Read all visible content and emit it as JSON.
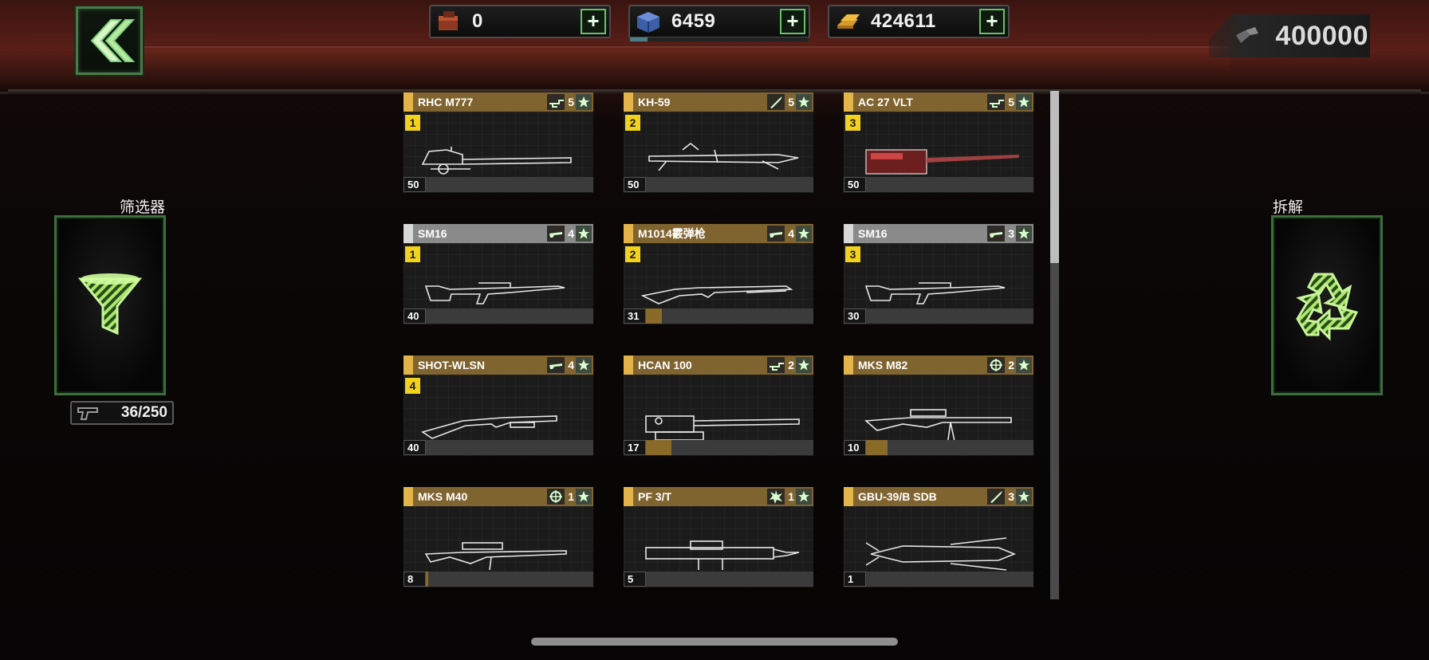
{
  "currencies": [
    {
      "name": "crate",
      "value": "0",
      "icon": "crate-icon",
      "plus": "+"
    },
    {
      "name": "parts",
      "value": "6459",
      "icon": "cube-icon",
      "plus": "+",
      "progress": 0.1
    },
    {
      "name": "gold",
      "value": "424611",
      "icon": "gold-bar-icon",
      "plus": "+"
    }
  ],
  "premium": {
    "value": "400000",
    "icon": "metal-icon"
  },
  "filter": {
    "label": "筛选器",
    "icon": "funnel-icon"
  },
  "dismantle": {
    "label": "拆解",
    "icon": "recycle-icon"
  },
  "inventory": {
    "count": "36/250",
    "icon": "pistol-icon"
  },
  "weapons": [
    {
      "name": "RHC M777",
      "type_icon": "artillery-icon",
      "level": "5",
      "slot": "1",
      "qty": "50",
      "fill": 0,
      "rarity": "gold",
      "art": "howitzer"
    },
    {
      "name": "KH-59",
      "type_icon": "missile-icon",
      "level": "5",
      "slot": "2",
      "qty": "50",
      "fill": 0,
      "rarity": "gold",
      "art": "missile"
    },
    {
      "name": "AC 27 VLT",
      "type_icon": "artillery-icon",
      "level": "5",
      "slot": "3",
      "qty": "50",
      "fill": 0,
      "rarity": "gold",
      "art": "autocannon"
    },
    {
      "name": "SM16",
      "type_icon": "rifle-icon",
      "level": "4",
      "slot": "1",
      "qty": "40",
      "fill": 0,
      "rarity": "silver",
      "art": "rifle"
    },
    {
      "name": "M1014霰弹枪",
      "type_icon": "rifle-icon",
      "level": "4",
      "slot": "2",
      "qty": "31",
      "fill": 0.2,
      "rarity": "gold",
      "art": "shotgun"
    },
    {
      "name": "SM16",
      "type_icon": "rifle-icon",
      "level": "3",
      "slot": "3",
      "qty": "30",
      "fill": 0,
      "rarity": "silver",
      "art": "rifle"
    },
    {
      "name": "SHOT-WLSN",
      "type_icon": "rifle-icon",
      "level": "4",
      "slot": "4",
      "qty": "40",
      "fill": 0,
      "rarity": "gold",
      "art": "pumpgun"
    },
    {
      "name": "HCAN 100",
      "type_icon": "artillery-icon",
      "level": "2",
      "slot": "",
      "qty": "17",
      "fill": 0.25,
      "rarity": "gold",
      "art": "cannon"
    },
    {
      "name": "MKS M82",
      "type_icon": "scope-icon",
      "level": "2",
      "slot": "",
      "qty": "10",
      "fill": 0.23,
      "rarity": "gold",
      "art": "sniper"
    },
    {
      "name": "MKS M40",
      "type_icon": "scope-icon",
      "level": "1",
      "slot": "",
      "qty": "8",
      "fill": 0.13,
      "rarity": "gold",
      "art": "boltrifle"
    },
    {
      "name": "PF 3/T",
      "type_icon": "explosion-icon",
      "level": "1",
      "slot": "",
      "qty": "5",
      "fill": 0.02,
      "rarity": "gold",
      "art": "launcher"
    },
    {
      "name": "GBU-39/B SDB",
      "type_icon": "missile-icon",
      "level": "3",
      "slot": "",
      "qty": "1",
      "fill": 0,
      "rarity": "gold",
      "art": "bomb"
    }
  ],
  "colors": {
    "accent_green": "#6bbf6b",
    "gold": "#806430",
    "silver": "#8a8a8a",
    "slot_yellow": "#f2d21b"
  }
}
